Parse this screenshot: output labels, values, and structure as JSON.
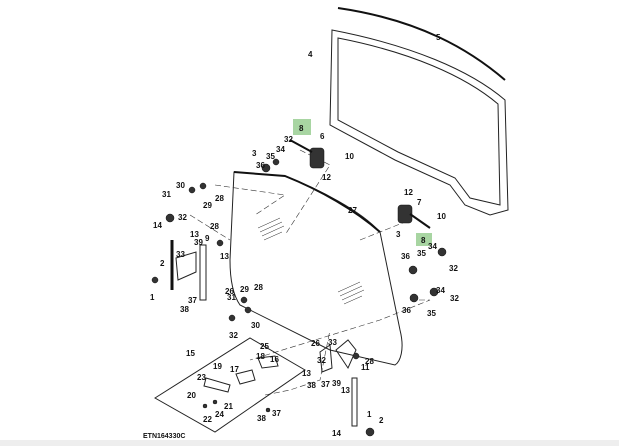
{
  "diagram": {
    "reference_code": "ETN164330C",
    "highlight_color": "#a8d5a2",
    "highlighted_part": "8",
    "callouts": [
      "5",
      "4",
      "8",
      "32",
      "6",
      "34",
      "35",
      "10",
      "3",
      "36",
      "12",
      "30",
      "31",
      "28",
      "29",
      "32",
      "27",
      "14",
      "13",
      "28",
      "39",
      "9",
      "33",
      "13",
      "2",
      "26",
      "1",
      "37",
      "38",
      "29",
      "28",
      "31",
      "30",
      "32",
      "12",
      "7",
      "10",
      "3",
      "8",
      "34",
      "36",
      "35",
      "32",
      "36",
      "35",
      "34",
      "32",
      "15",
      "25",
      "18",
      "16",
      "19",
      "17",
      "23",
      "20",
      "21",
      "24",
      "22",
      "37",
      "38",
      "26",
      "33",
      "13",
      "32",
      "38",
      "37",
      "39",
      "13",
      "11",
      "28",
      "1",
      "2",
      "14"
    ]
  }
}
